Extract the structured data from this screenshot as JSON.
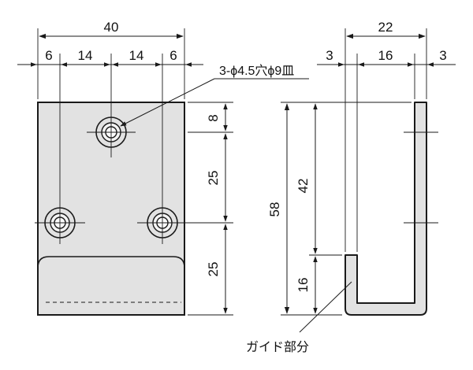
{
  "colors": {
    "part_fill": "#e2e2e2",
    "line": "#1a1a1a",
    "background": "#ffffff"
  },
  "front_view": {
    "overall_width": "40",
    "segments": [
      "6",
      "14",
      "14",
      "6"
    ],
    "hole_callout": "3-ϕ4.5穴ϕ9皿",
    "vertical_dims": [
      "8",
      "25",
      "25"
    ]
  },
  "side_view": {
    "overall_width": "22",
    "segments": [
      "3",
      "16",
      "3"
    ],
    "overall_height": "58",
    "inner_height": "42",
    "guide_height": "16",
    "guide_label": "ガイド部分"
  }
}
